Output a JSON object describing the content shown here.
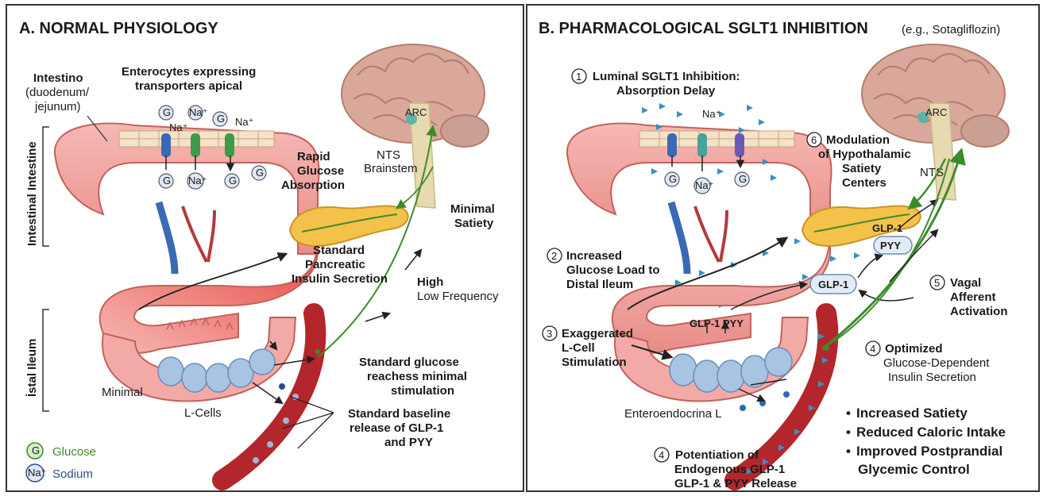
{
  "panel_a": {
    "title": "A. NORMAL PHYSIOLOGY",
    "intestino_line1": "Intestino",
    "intestino_line2": "(duodenum/",
    "intestino_line3": "jejunum)",
    "enterocytes_line1": "Enterocytes expressing",
    "enterocytes_line2": "transporters apical",
    "side_label_top": "Intestinal Intestine",
    "side_label_bottom": "İstal Ileum",
    "rapid_line1": "Rapid",
    "rapid_line2": "Glucose",
    "rapid_line3": "Absorption",
    "nts_line1": "NTS",
    "nts_line2": "Brainstem",
    "arc": "ARC",
    "minimal_satiety_line1": "Minimal",
    "minimal_satiety_line2": "Satiety",
    "pancreatic_line1": "Standard",
    "pancreatic_line2": "Pancreatic",
    "pancreatic_line3": "Insulin Secretion",
    "high": "High",
    "low_frequency": "Low Frequency",
    "minimal": "Minimal",
    "l_cells": "L-Cells",
    "reaches_line1": "Standard glucose",
    "reaches_line2": "reachess minimal",
    "reaches_line3": "stimulation",
    "baseline_line1": "Standard baseline",
    "baseline_line2": "release of GLP-1",
    "baseline_line3": "and PYY",
    "legend_glucose_symbol": "G",
    "legend_glucose": "Glucose",
    "legend_sodium_symbol": "Na⁺",
    "legend_sodium": "Sodium",
    "na_plus": "Na⁺",
    "g": "G"
  },
  "panel_b": {
    "title": "B. PHARMACOLOGICAL SGLT1 INHIBITION",
    "title_note": "(e.g., Sotagliflozin)",
    "step1_num": "1",
    "step1_line1": "Luminal SGLT1 Inhibition:",
    "step1_line2": "Absorption Delay",
    "step2_num": "2",
    "step2_line1": "Increased",
    "step2_line2": "Glucose Load to",
    "step2_line3": "Distal Ileum",
    "step3_num": "3",
    "step3_line1": "Exaggerated",
    "step3_line2": "L-Cell",
    "step3_line3": "Stimulation",
    "step4a_num": "4",
    "step4a_line1": "Optimized",
    "step4a_line2": "Glucose-Dependent",
    "step4a_line3": "Insulin Secretion",
    "step4b_num": "4",
    "step4b_line1": "Potentiation of",
    "step4b_line2": "Endogenous GLP-1",
    "step4b_line3": "GLP-1 & PYY Release",
    "step5_num": "5",
    "step5_line1": "Vagal",
    "step5_line2": "Afferent",
    "step5_line3": "Activation",
    "step6_num": "6",
    "step6_line1": "Modulation",
    "step6_line2": "of Hypothalamic",
    "step6_line3": "Satiety",
    "step6_line4": "Centers",
    "arc": "ARC",
    "nts": "NTS",
    "glp1_top": "GLP-1",
    "pyy_top": "PYY",
    "glp1_mid": "GLP-1",
    "glp1_pyy": "GLP-1 PYY",
    "enteroendocrine": "Enteroendocrina L",
    "na_plus": "Na⁺",
    "g": "G",
    "outcomes": [
      "Increased Satiety",
      "Reduced Caloric Intake",
      "Improved Postprandial"
    ],
    "outcome_cont": "Glycemic Control"
  },
  "colors": {
    "gut": "#f2a7a4",
    "gut_dark": "#d9736f",
    "vessel": "#c0282c",
    "pancreas": "#f4c24a",
    "brain": "#d9a89a",
    "nerve": "#3d8c2a",
    "cell": "#a9c4e2"
  }
}
